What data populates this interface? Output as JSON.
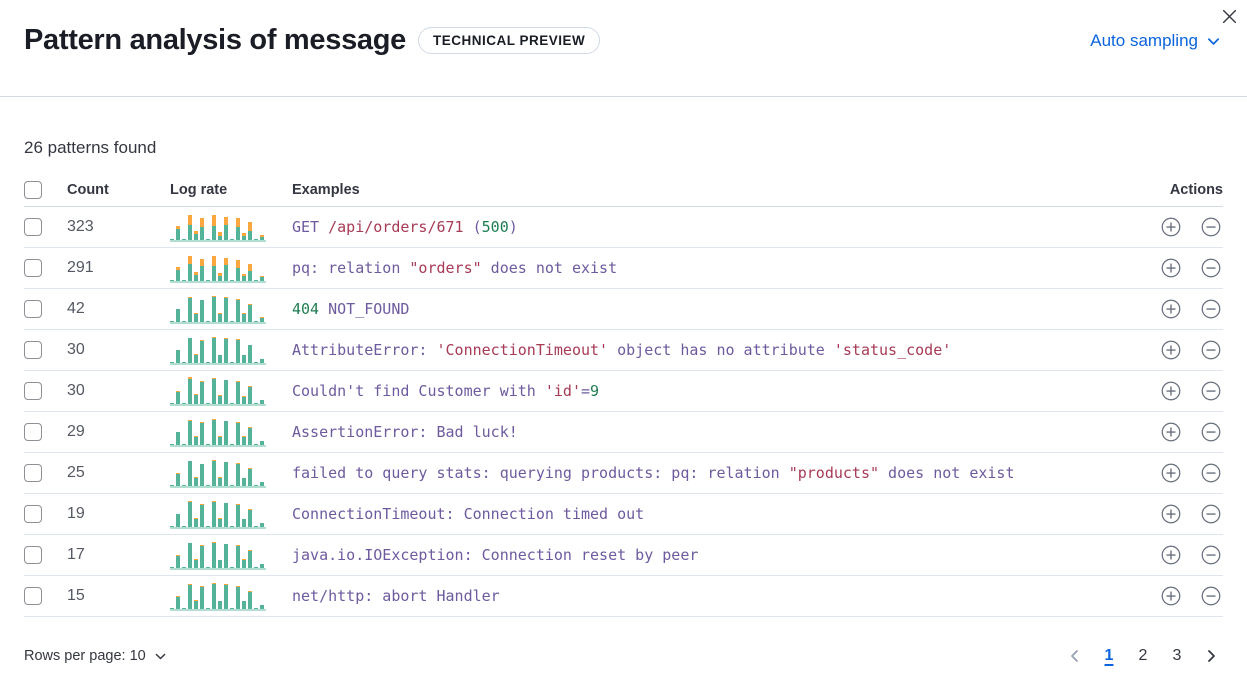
{
  "colors": {
    "blue": "#0b64dd",
    "teal": "#54b399",
    "orange": "#fba740",
    "syntax_purple": "#6e5a9e",
    "syntax_red": "#a73a55",
    "syntax_green": "#1e7d51",
    "divider": "#d3dae6"
  },
  "header": {
    "title": "Pattern analysis of message",
    "badge": "TECHNICAL PREVIEW",
    "sampling_label": "Auto sampling"
  },
  "summary": "26 patterns found",
  "table": {
    "columns": {
      "count": "Count",
      "log_rate": "Log rate",
      "examples": "Examples",
      "actions": "Actions"
    },
    "rows": [
      {
        "count": "323",
        "bars": [
          [
            3,
            0
          ],
          [
            38,
            12
          ],
          [
            3,
            0
          ],
          [
            55,
            33
          ],
          [
            20,
            12
          ],
          [
            48,
            30
          ],
          [
            4,
            0
          ],
          [
            50,
            40
          ],
          [
            16,
            12
          ],
          [
            55,
            28
          ],
          [
            3,
            0
          ],
          [
            45,
            32
          ],
          [
            16,
            10
          ],
          [
            33,
            30
          ],
          [
            3,
            0
          ],
          [
            12,
            6
          ]
        ],
        "example": [
          [
            "GET ",
            "kw"
          ],
          [
            "/api/orders/671",
            "str"
          ],
          [
            " (",
            "kw"
          ],
          [
            "500",
            "num"
          ],
          [
            ")",
            "kw"
          ]
        ]
      },
      {
        "count": "291",
        "bars": [
          [
            3,
            0
          ],
          [
            40,
            10
          ],
          [
            3,
            0
          ],
          [
            60,
            28
          ],
          [
            22,
            10
          ],
          [
            52,
            26
          ],
          [
            4,
            0
          ],
          [
            55,
            33
          ],
          [
            18,
            10
          ],
          [
            58,
            24
          ],
          [
            3,
            0
          ],
          [
            48,
            28
          ],
          [
            17,
            9
          ],
          [
            36,
            26
          ],
          [
            3,
            0
          ],
          [
            13,
            5
          ]
        ],
        "example": [
          [
            "pq: relation ",
            "kw"
          ],
          [
            "\"orders\"",
            "str"
          ],
          [
            " does not exist",
            "kw"
          ]
        ]
      },
      {
        "count": "42",
        "bars": [
          [
            3,
            0
          ],
          [
            45,
            2
          ],
          [
            3,
            0
          ],
          [
            85,
            3
          ],
          [
            30,
            3
          ],
          [
            78,
            2
          ],
          [
            5,
            0
          ],
          [
            88,
            4
          ],
          [
            28,
            3
          ],
          [
            85,
            3
          ],
          [
            3,
            0
          ],
          [
            80,
            4
          ],
          [
            28,
            3
          ],
          [
            62,
            3
          ],
          [
            3,
            0
          ],
          [
            15,
            2
          ]
        ],
        "example": [
          [
            "404",
            "num"
          ],
          [
            " NOT_FOUND",
            "kw"
          ]
        ]
      },
      {
        "count": "30",
        "bars": [
          [
            3,
            0
          ],
          [
            46,
            0
          ],
          [
            3,
            0
          ],
          [
            88,
            2
          ],
          [
            30,
            2
          ],
          [
            80,
            2
          ],
          [
            4,
            0
          ],
          [
            90,
            3
          ],
          [
            28,
            2
          ],
          [
            86,
            2
          ],
          [
            3,
            0
          ],
          [
            82,
            3
          ],
          [
            28,
            2
          ],
          [
            64,
            2
          ],
          [
            3,
            0
          ],
          [
            15,
            1
          ]
        ],
        "example": [
          [
            "AttributeError: ",
            "kw"
          ],
          [
            "'ConnectionTimeout'",
            "str"
          ],
          [
            " object has no attribute ",
            "kw"
          ],
          [
            "'status_code'",
            "str"
          ]
        ]
      },
      {
        "count": "30",
        "bars": [
          [
            3,
            1
          ],
          [
            44,
            4
          ],
          [
            3,
            0
          ],
          [
            90,
            5
          ],
          [
            32,
            3
          ],
          [
            80,
            3
          ],
          [
            4,
            0
          ],
          [
            88,
            4
          ],
          [
            28,
            3
          ],
          [
            84,
            3
          ],
          [
            3,
            0
          ],
          [
            80,
            4
          ],
          [
            26,
            3
          ],
          [
            62,
            4
          ],
          [
            3,
            1
          ],
          [
            14,
            2
          ]
        ],
        "example": [
          [
            "Couldn't find Customer with ",
            "kw"
          ],
          [
            "'id'",
            "str"
          ],
          [
            "=",
            "kw"
          ],
          [
            "9",
            "num"
          ]
        ]
      },
      {
        "count": "29",
        "bars": [
          [
            3,
            1
          ],
          [
            45,
            2
          ],
          [
            3,
            0
          ],
          [
            86,
            3
          ],
          [
            30,
            3
          ],
          [
            80,
            2
          ],
          [
            4,
            0
          ],
          [
            90,
            4
          ],
          [
            28,
            4
          ],
          [
            84,
            2
          ],
          [
            3,
            0
          ],
          [
            80,
            3
          ],
          [
            28,
            3
          ],
          [
            62,
            3
          ],
          [
            3,
            1
          ],
          [
            14,
            2
          ]
        ],
        "example": [
          [
            "AssertionError: Bad luck!",
            "kw"
          ]
        ]
      },
      {
        "count": "25",
        "bars": [
          [
            3,
            0
          ],
          [
            44,
            2
          ],
          [
            3,
            0
          ],
          [
            88,
            3
          ],
          [
            30,
            2
          ],
          [
            78,
            2
          ],
          [
            4,
            0
          ],
          [
            90,
            4
          ],
          [
            30,
            3
          ],
          [
            84,
            3
          ],
          [
            3,
            0
          ],
          [
            80,
            3
          ],
          [
            28,
            2
          ],
          [
            62,
            3
          ],
          [
            3,
            0
          ],
          [
            14,
            2
          ]
        ],
        "example": [
          [
            "failed to query stats: querying products: pq: relation ",
            "kw"
          ],
          [
            "\"products\"",
            "str"
          ],
          [
            " does not exist",
            "kw"
          ]
        ]
      },
      {
        "count": "19",
        "bars": [
          [
            3,
            0
          ],
          [
            45,
            2
          ],
          [
            3,
            0
          ],
          [
            88,
            4
          ],
          [
            30,
            2
          ],
          [
            80,
            2
          ],
          [
            4,
            0
          ],
          [
            90,
            3
          ],
          [
            28,
            3
          ],
          [
            84,
            2
          ],
          [
            3,
            0
          ],
          [
            80,
            3
          ],
          [
            28,
            2
          ],
          [
            62,
            3
          ],
          [
            3,
            0
          ],
          [
            14,
            2
          ]
        ],
        "example": [
          [
            "ConnectionTimeout: Connection timed out",
            "kw"
          ]
        ]
      },
      {
        "count": "17",
        "bars": [
          [
            3,
            0
          ],
          [
            44,
            3
          ],
          [
            3,
            0
          ],
          [
            88,
            3
          ],
          [
            30,
            2
          ],
          [
            80,
            3
          ],
          [
            4,
            0
          ],
          [
            90,
            4
          ],
          [
            28,
            2
          ],
          [
            84,
            3
          ],
          [
            3,
            0
          ],
          [
            80,
            3
          ],
          [
            28,
            3
          ],
          [
            62,
            2
          ],
          [
            3,
            0
          ],
          [
            14,
            1
          ]
        ],
        "example": [
          [
            "java.io.IOException: Connection reset by peer",
            "kw"
          ]
        ]
      },
      {
        "count": "15",
        "bars": [
          [
            3,
            2
          ],
          [
            44,
            3
          ],
          [
            3,
            0
          ],
          [
            86,
            4
          ],
          [
            30,
            2
          ],
          [
            80,
            4
          ],
          [
            4,
            0
          ],
          [
            90,
            4
          ],
          [
            28,
            2
          ],
          [
            84,
            4
          ],
          [
            3,
            0
          ],
          [
            80,
            3
          ],
          [
            28,
            2
          ],
          [
            60,
            3
          ],
          [
            3,
            0
          ],
          [
            14,
            2
          ]
        ],
        "example": [
          [
            "net/http: abort Handler",
            "kw"
          ]
        ]
      }
    ]
  },
  "footer": {
    "rows_per_page": "Rows per page: 10",
    "pages": [
      "1",
      "2",
      "3"
    ],
    "active_page": "1"
  }
}
